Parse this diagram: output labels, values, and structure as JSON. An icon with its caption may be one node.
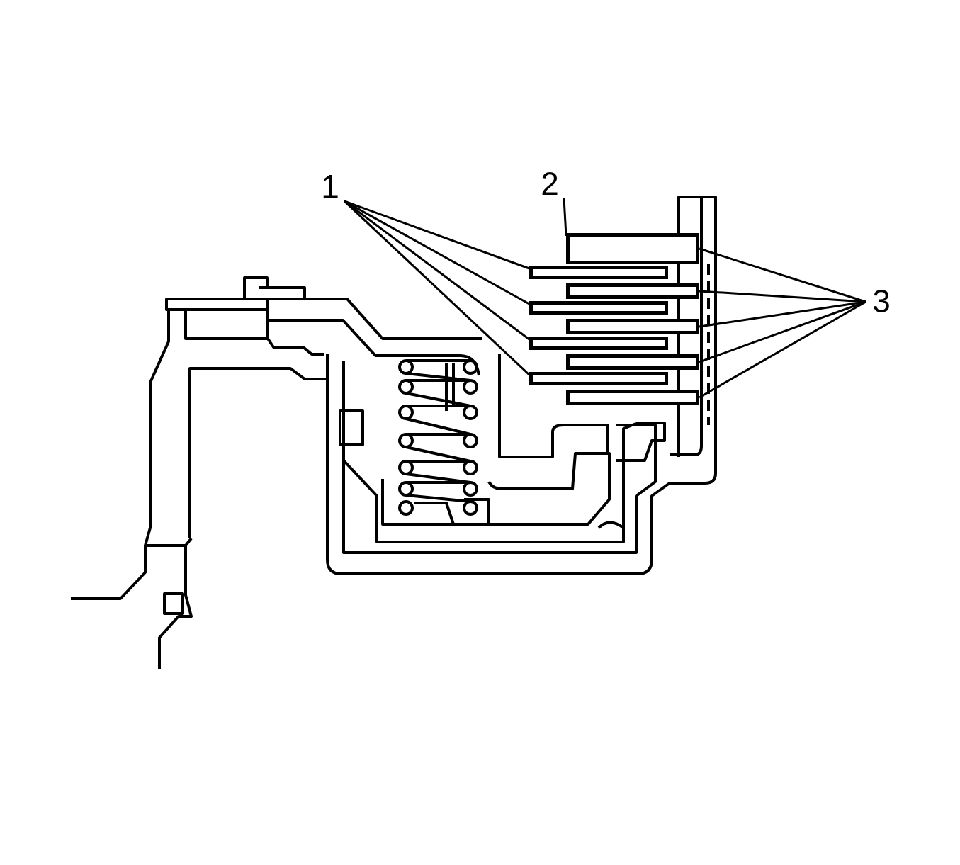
{
  "diagram": {
    "nodes": [
      {
        "text": [
          "1"
        ]
      },
      {
        "text": [
          "2"
        ]
      },
      {
        "text": [
          "3"
        ]
      },
      {
        "text": [],
        "shape": "bar"
      },
      {
        "text": [],
        "shape": "bar"
      },
      {
        "text": [],
        "shape": "bar"
      },
      {
        "text": [],
        "shape": "bar"
      },
      {
        "text": [],
        "shape": "bar"
      },
      {
        "text": [],
        "shape": "bar"
      },
      {
        "text": [],
        "shape": "bar"
      },
      {
        "text": [],
        "shape": "bar"
      },
      {
        "text": [],
        "shape": "bar"
      }
    ],
    "edges": [
      {
        "from": 0,
        "to": 3,
        "arrow": "none"
      },
      {
        "from": 0,
        "to": 4,
        "arrow": "none"
      },
      {
        "from": 0,
        "to": 5,
        "arrow": "none"
      },
      {
        "from": 0,
        "to": 6,
        "arrow": "none"
      },
      {
        "from": 1,
        "to": 7,
        "arrow": "none"
      },
      {
        "from": 2,
        "to": 7,
        "arrow": "none"
      },
      {
        "from": 2,
        "to": 8,
        "arrow": "none"
      },
      {
        "from": 2,
        "to": 9,
        "arrow": "none"
      },
      {
        "from": 2,
        "to": 10,
        "arrow": "none"
      },
      {
        "from": 2,
        "to": 11,
        "arrow": "none"
      }
    ]
  }
}
